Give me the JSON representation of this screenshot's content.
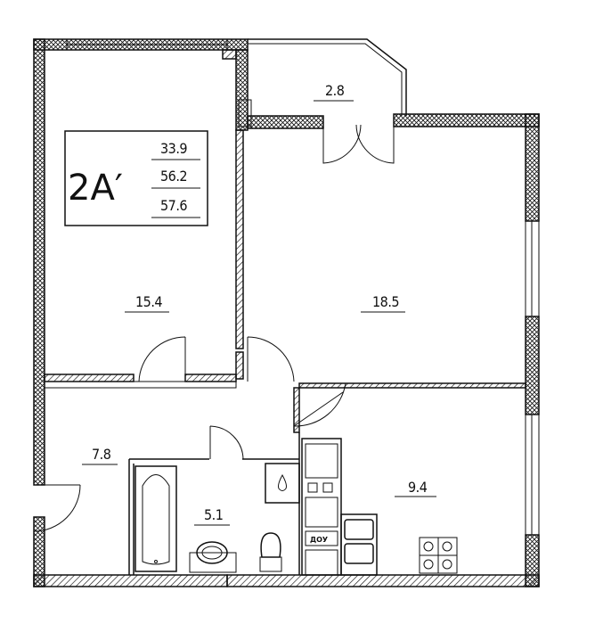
{
  "plan": {
    "apartment_type": "2A′",
    "areas": {
      "living": "33.9",
      "total": "56.2",
      "total_with_balcony": "57.6"
    },
    "rooms": [
      {
        "name": "room-left",
        "area": "15.4"
      },
      {
        "name": "room-right",
        "area": "18.5"
      },
      {
        "name": "balcony",
        "area": "2.8"
      },
      {
        "name": "hallway",
        "area": "7.8"
      },
      {
        "name": "bathroom",
        "area": "5.1"
      },
      {
        "name": "kitchen",
        "area": "9.4"
      }
    ],
    "kitchen_appliance_label": "ДОУ"
  }
}
